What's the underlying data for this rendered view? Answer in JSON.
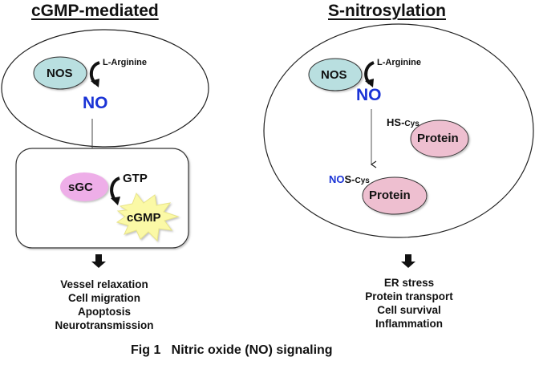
{
  "figure": {
    "caption": "Fig 1   Nitric oxide (NO) signaling",
    "colors": {
      "no_blue": "#1a33d6",
      "nos_fill": "#b9dfe0",
      "sgc_fill": "#eeaee8",
      "protein_fill": "#eebfd0",
      "cgmp_fill": "#fbf9a6"
    }
  },
  "left_panel": {
    "title": "cGMP-mediated",
    "cell": {
      "enzyme": "NOS",
      "substrate": "L-Arginine",
      "product": "NO"
    },
    "target_cell": {
      "receptor": "sGC",
      "substrate": "GTP",
      "product": "cGMP"
    },
    "effects": [
      "Vessel relaxation",
      "Cell migration",
      "Apoptosis",
      "Neurotransmission"
    ]
  },
  "right_panel": {
    "title": "S-nitrosylation",
    "cell": {
      "enzyme": "NOS",
      "substrate": "L-Arginine",
      "product": "NO"
    },
    "protein_before": {
      "group_prefix": "HS",
      "residue": "Cys",
      "label": "Protein"
    },
    "protein_after": {
      "group_no": "NO",
      "group_s": "S",
      "residue": "Cys",
      "label": "Protein"
    },
    "effects": [
      "ER stress",
      "Protein transport",
      "Cell survival",
      "Inflammation"
    ]
  }
}
